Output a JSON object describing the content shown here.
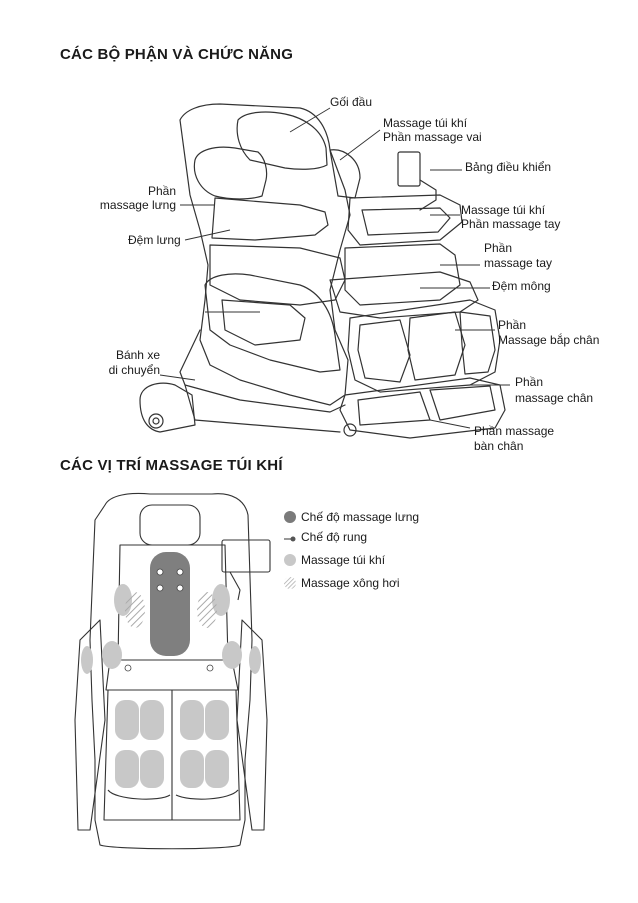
{
  "section1": {
    "title": "CÁC BỘ PHẬN VÀ CHỨC NĂNG",
    "labels": {
      "goi_dau": "Gối đầu",
      "massage_tui_khi_1": "Massage túi khí",
      "phan_massage_vai": "Phần massage vai",
      "bang_dieu_khien": "Bảng điều khiển",
      "phan_lung_1": "Phần",
      "phan_lung_2": "massage lưng",
      "massage_tui_khi_2": "Massage túi khí",
      "phan_massage_tay": "Phần massage tay",
      "dem_lung": "Đệm lưng",
      "phan_tay_1": "Phần",
      "phan_tay_2": "massage tay",
      "dem_mong": "Đệm mông",
      "phan_bap_chan_1": "Phần",
      "phan_bap_chan_2": "Massage bắp chân",
      "banh_xe_1": "Bánh xe",
      "banh_xe_2": "di chuyển",
      "phan_chan_1": "Phần",
      "phan_chan_2": "massage chân",
      "ban_chan_1": "Phần massage",
      "ban_chan_2": "bàn chân"
    }
  },
  "section2": {
    "title": "CÁC VỊ TRÍ MASSAGE TÚI KHÍ",
    "legend": [
      {
        "label": "Chế độ massage lưng",
        "color": "#7a7a7a",
        "icon": "dark-circle-icon"
      },
      {
        "label": "Chế độ rung",
        "color": "#555555",
        "icon": "small-dot-icon"
      },
      {
        "label": "Massage túi khí",
        "color": "#c8c8c8",
        "icon": "light-circle-icon"
      },
      {
        "label": "Massage xông hơi",
        "color": "#bdbdbd",
        "icon": "hatched-circle-icon"
      }
    ]
  }
}
